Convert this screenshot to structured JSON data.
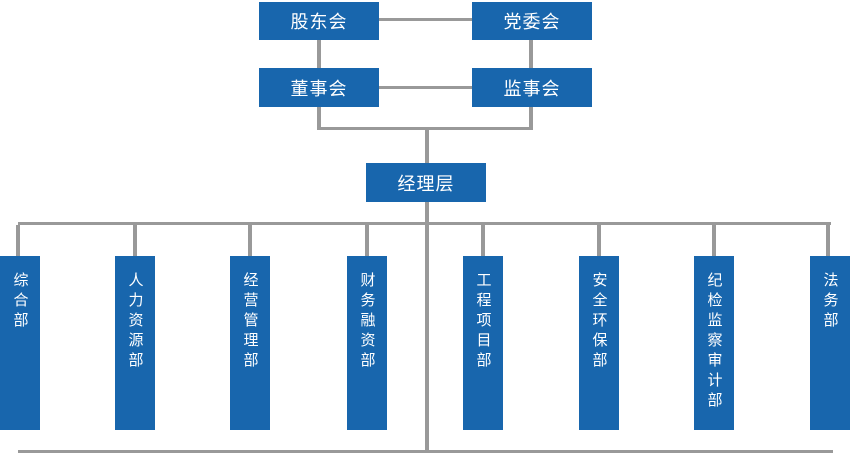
{
  "org_chart": {
    "governance": [
      {
        "id": "shareholders-meeting",
        "label": "股东会"
      },
      {
        "id": "party-committee",
        "label": "党委会"
      },
      {
        "id": "board-of-directors",
        "label": "董事会"
      },
      {
        "id": "supervisory-board",
        "label": "监事会"
      }
    ],
    "management": {
      "id": "management-level",
      "label": "经理层"
    },
    "departments": [
      {
        "id": "general-affairs",
        "label": "综合部"
      },
      {
        "id": "human-resources",
        "label": "人力资源部"
      },
      {
        "id": "operations-management",
        "label": "经营管理部"
      },
      {
        "id": "finance-financing",
        "label": "财务融资部"
      },
      {
        "id": "engineering-projects",
        "label": "工程项目部"
      },
      {
        "id": "safety-environment",
        "label": "安全环保部"
      },
      {
        "id": "discipline-audit",
        "label": "纪检监察审计部"
      },
      {
        "id": "legal",
        "label": "法务部"
      }
    ],
    "colors": {
      "node_fill": "#1866ad",
      "connector": "#999999",
      "node_text": "#ffffff",
      "background": "#ffffff"
    }
  }
}
